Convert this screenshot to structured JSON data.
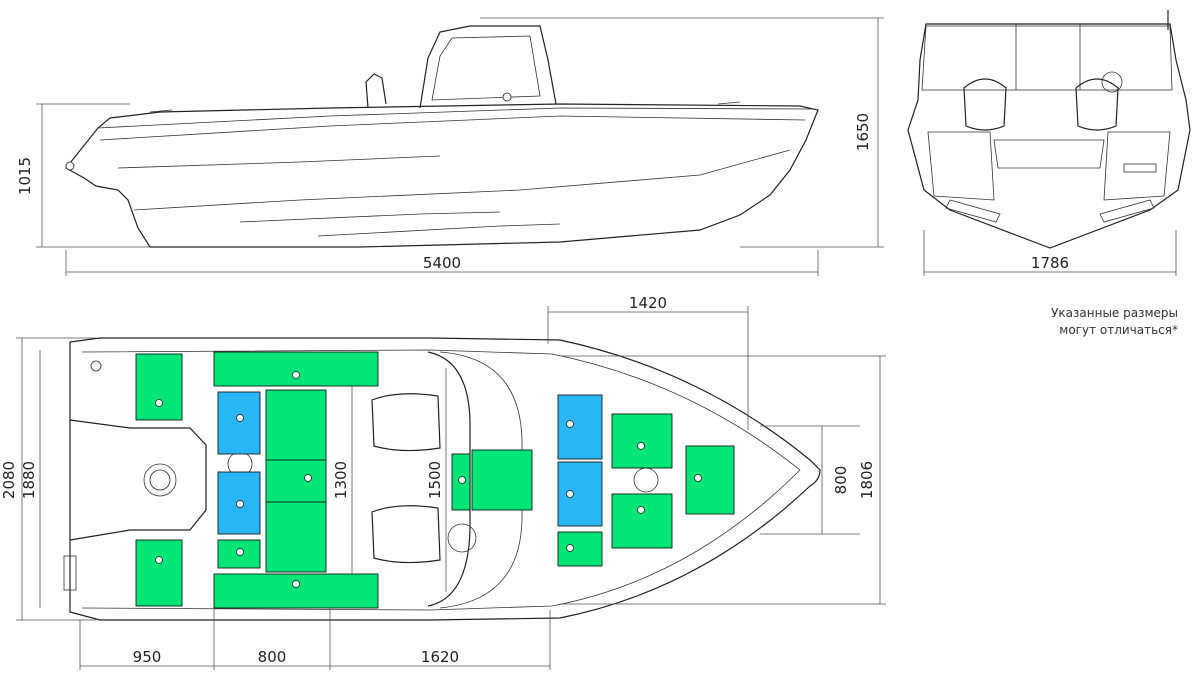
{
  "dimensions": {
    "side_length": "5400",
    "side_height_hull": "1015",
    "side_height_total": "1650",
    "rear_width": "1786",
    "top_width_outer": "2080",
    "top_width_inner": "1880",
    "seat_row_width": "1300",
    "console_width": "1500",
    "bow_deck_length": "1420",
    "bow_inner_width": "800",
    "bow_outer_width": "1806",
    "stern_length": "950",
    "bench_length": "800",
    "cockpit_length": "1620"
  },
  "note": {
    "line1": "Указанные размеры",
    "line2": "могут отличаться*"
  },
  "colors": {
    "storage_green": "#00e676",
    "storage_blue": "#29b6f6",
    "line": "#222222"
  }
}
